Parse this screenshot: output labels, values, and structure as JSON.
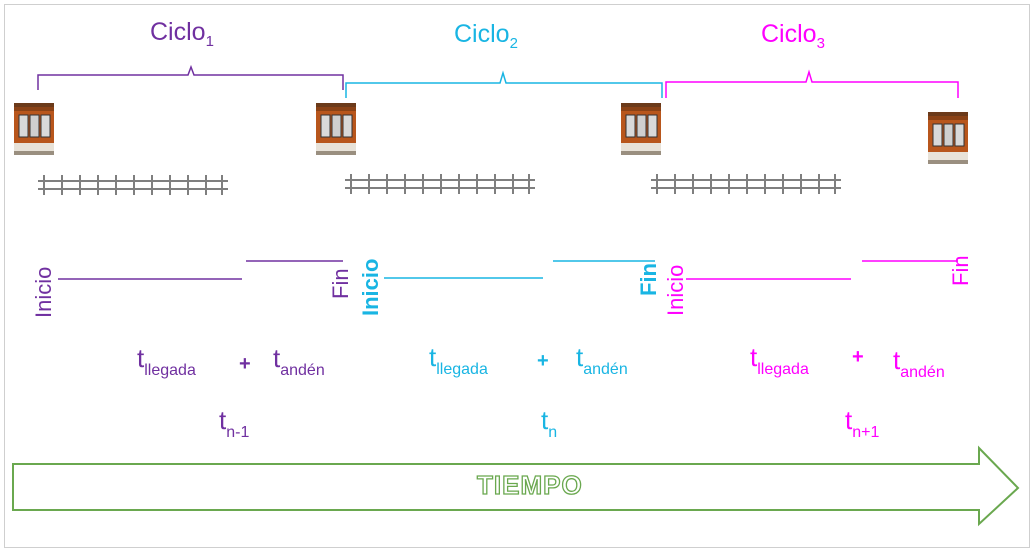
{
  "colors": {
    "cycle1": "#7030a0",
    "cycle2": "#19b5e3",
    "cycle3": "#ff00ff",
    "arrow": "#6aa84f",
    "track": "#7f7f7f"
  },
  "cycles": [
    {
      "title": "Ciclo",
      "sub": "1",
      "start_label": "Inicio",
      "end_label": "Fin",
      "t_arrival": "t",
      "t_arrival_sub": "llegada",
      "plus": "+",
      "t_platform": "t",
      "t_platform_sub": "andén",
      "tn": "t",
      "tn_sub": "n-1"
    },
    {
      "title": "Ciclo",
      "sub": "2",
      "start_label": "Inicio",
      "end_label": "Fin",
      "t_arrival": "t",
      "t_arrival_sub": "llegada",
      "plus": "+",
      "t_platform": "t",
      "t_platform_sub": "andén",
      "tn": "t",
      "tn_sub": "n"
    },
    {
      "title": "Ciclo",
      "sub": "3",
      "start_label": "Inicio",
      "end_label": "Fin",
      "t_arrival": "t",
      "t_arrival_sub": "llegada",
      "plus": "+",
      "t_platform": "t",
      "t_platform_sub": "andén",
      "tn": "t",
      "tn_sub": "n+1"
    }
  ],
  "time_arrow": {
    "label": "TIEMPO"
  }
}
